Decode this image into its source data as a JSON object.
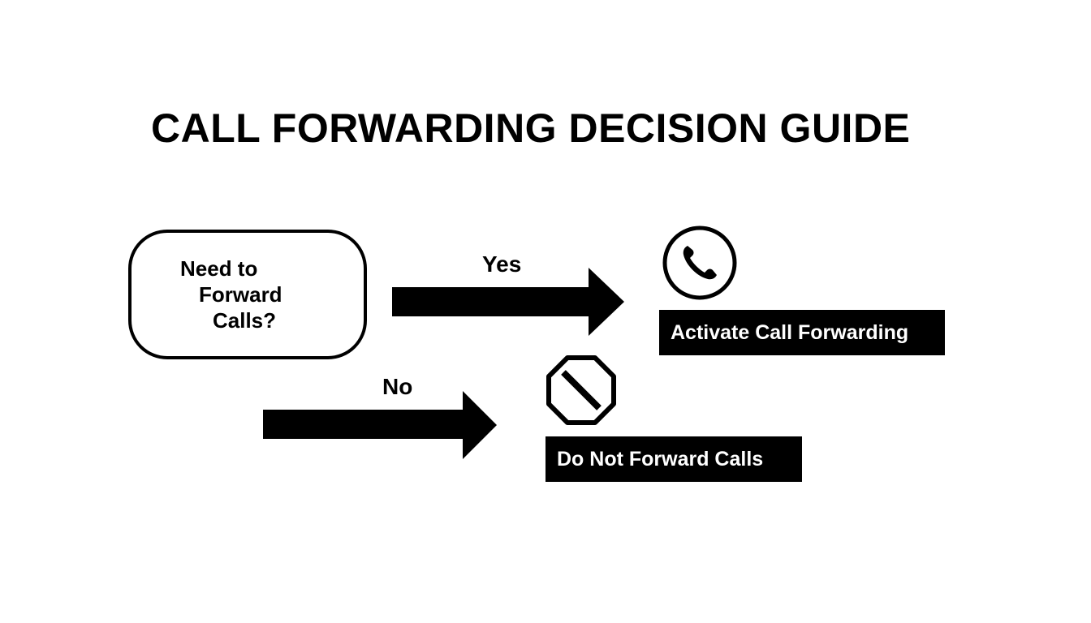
{
  "title": "CALL FORWARDING DECISION GUIDE",
  "question": {
    "lines": [
      "Need to",
      "Forward",
      "Calls?"
    ]
  },
  "branches": {
    "yes": {
      "label": "Yes",
      "icon": "phone-icon",
      "outcome": "Activate Call Forwarding"
    },
    "no": {
      "label": "No",
      "icon": "prohibited-icon",
      "outcome": "Do Not Forward Calls"
    }
  },
  "colors": {
    "foreground": "#000000",
    "background": "#ffffff",
    "outcome_text": "#ffffff"
  }
}
